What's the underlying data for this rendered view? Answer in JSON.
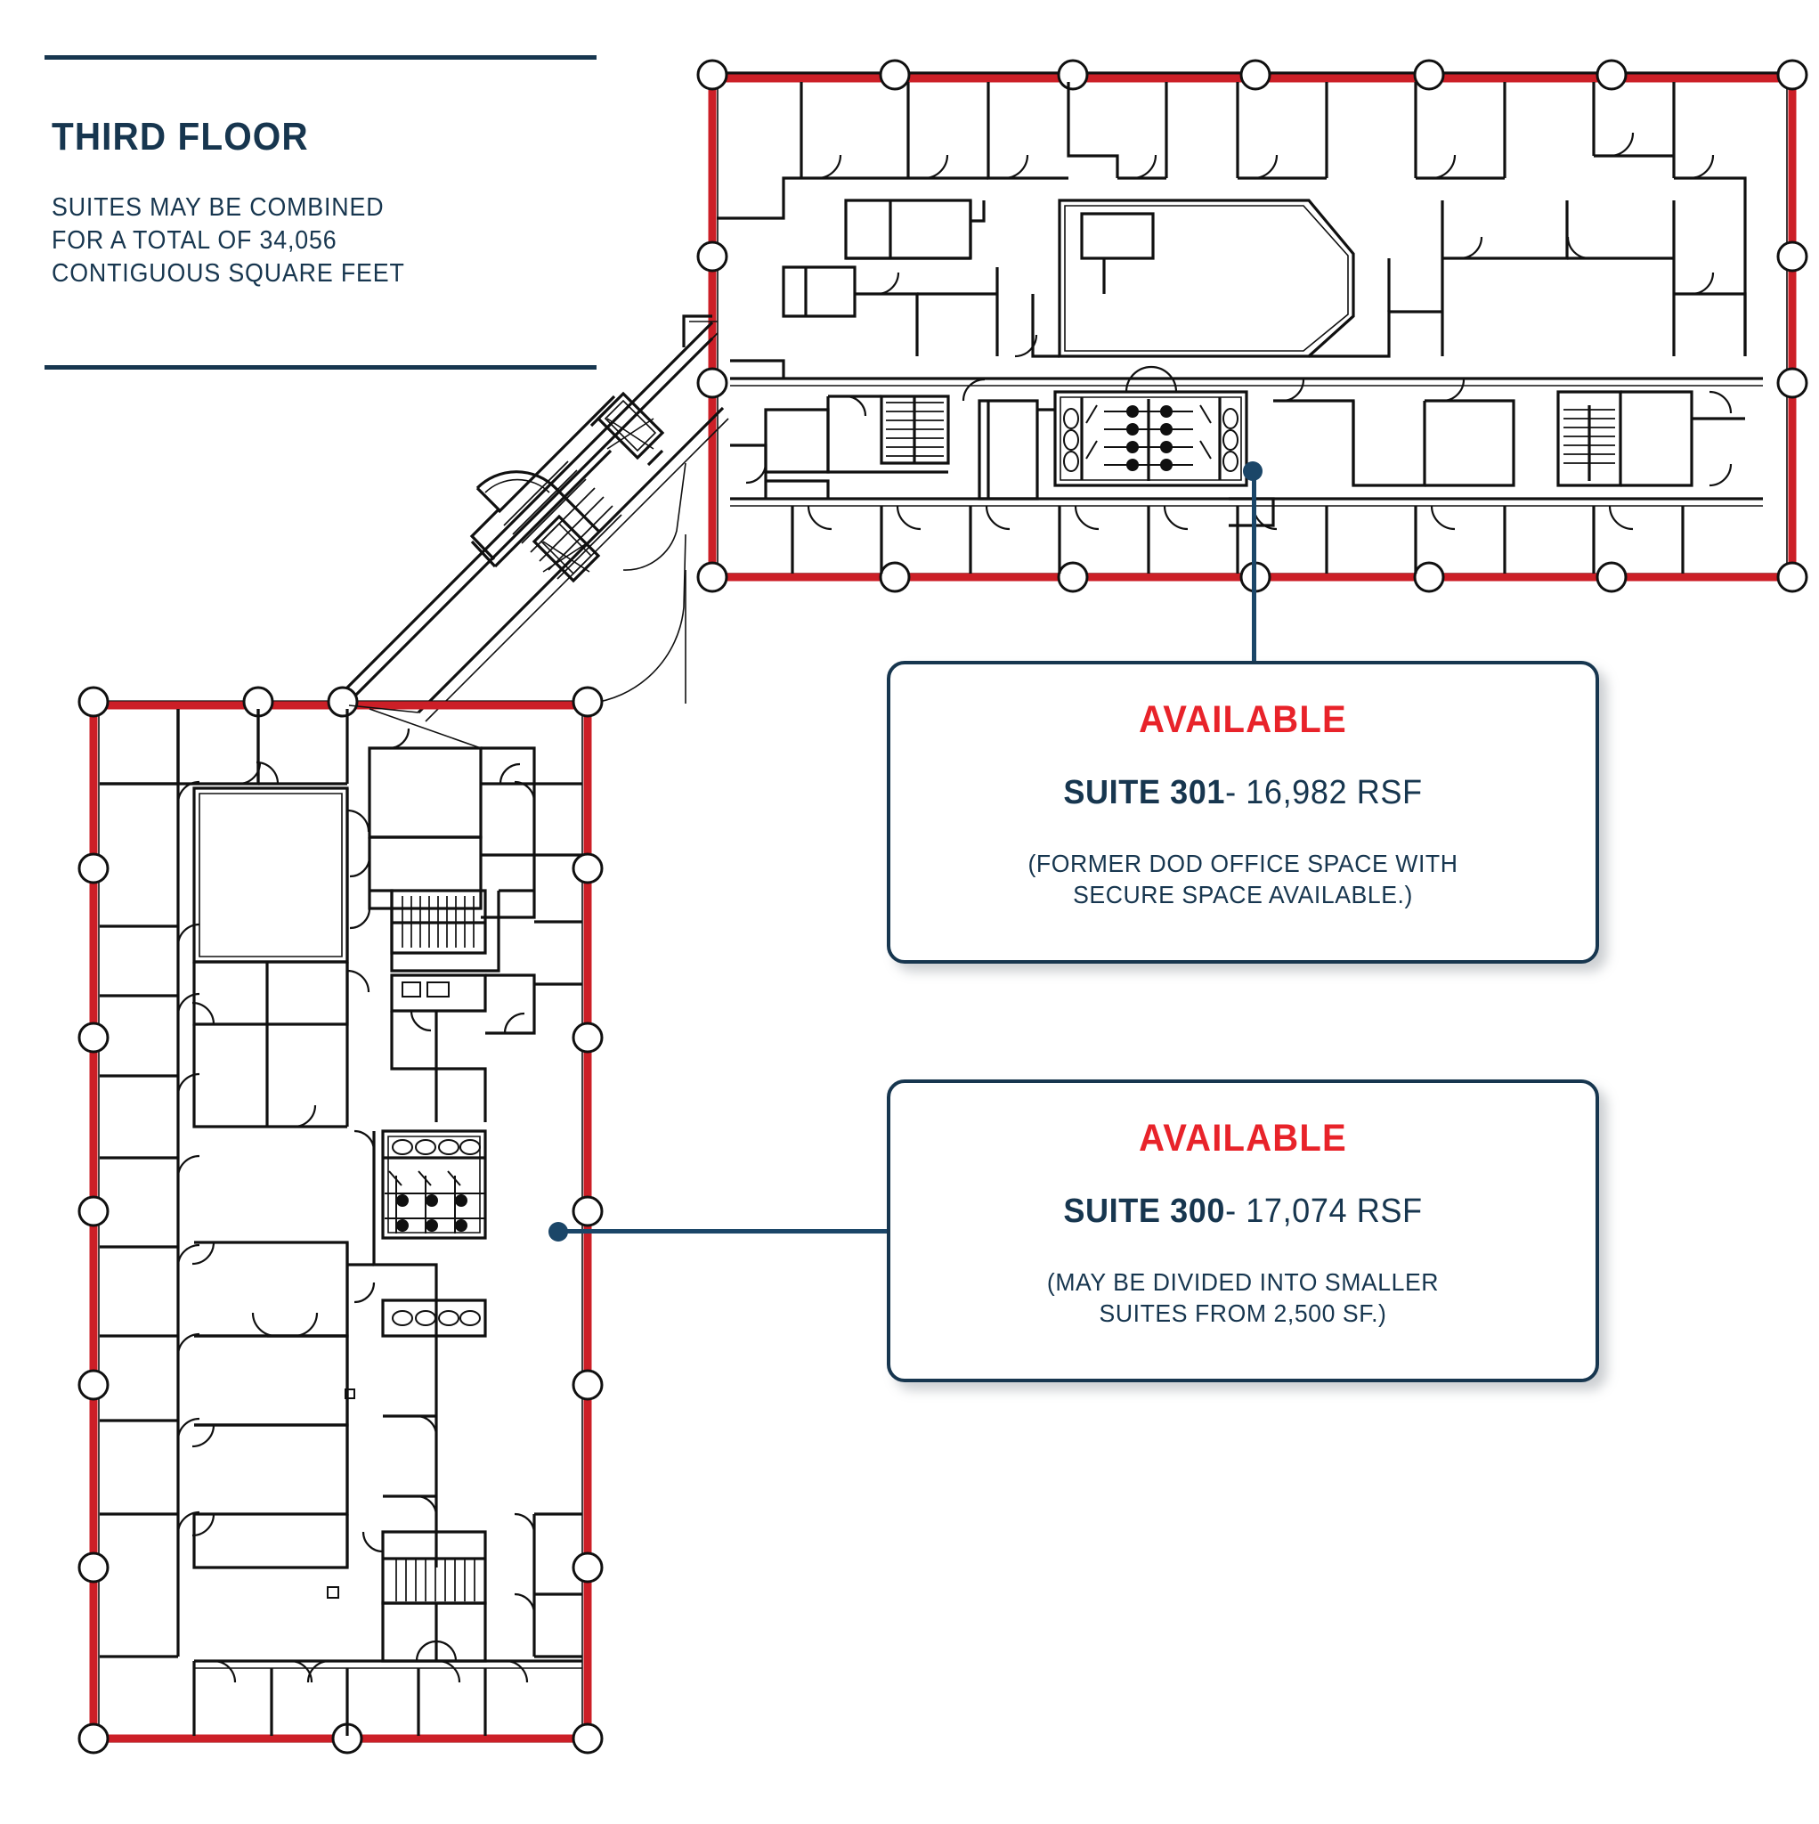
{
  "header": {
    "title": "THIRD FLOOR",
    "subtitle": "SUITES MAY BE COMBINED\nFOR A TOTAL OF 34,056\nCONTIGUOUS SQUARE FEET",
    "total_contiguous_sf": "34,056"
  },
  "colors": {
    "navy": "#17364f",
    "red_available": "#e8232a",
    "red_boundary": "#cc1f27",
    "leader_blue": "#1b4668",
    "plan_line": "#101010",
    "background": "#ffffff"
  },
  "callouts": [
    {
      "id": "suite-301",
      "status": "AVAILABLE",
      "suite_label": "SUITE 301",
      "separator": "-",
      "area": "16,982 RSF",
      "note": "(FORMER DOD OFFICE SPACE WITH\nSECURE SPACE AVAILABLE.)"
    },
    {
      "id": "suite-300",
      "status": "AVAILABLE",
      "suite_label": "SUITE 300",
      "separator": "-",
      "area": "17,074 RSF",
      "note": "(MAY BE DIVIDED INTO SMALLER\nSUITES FROM 2,500 SF.)"
    }
  ],
  "plan": {
    "upper_suite": "SUITE 301",
    "lower_suite": "SUITE 300",
    "connector": "diagonal corridor with stair"
  }
}
